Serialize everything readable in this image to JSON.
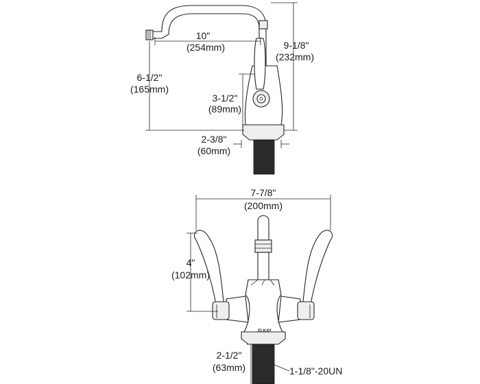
{
  "side_view": {
    "spout_reach": {
      "imperial": "10\"",
      "metric": "(254mm)"
    },
    "overall_height": {
      "imperial": "9-1/8\"",
      "metric": "(232mm)"
    },
    "spout_height": {
      "imperial": "6-1/2\"",
      "metric": "(165mm)"
    },
    "handle_height": {
      "imperial": "3-1/2\"",
      "metric": "(89mm)"
    },
    "base_diameter": {
      "imperial": "2-3/8\"",
      "metric": "(60mm)"
    }
  },
  "front_view": {
    "overall_width": {
      "imperial": "7-7/8\"",
      "metric": "(200mm)"
    },
    "handle_length": {
      "imperial": "4\"",
      "metric": "(102mm)"
    },
    "shank_length": {
      "imperial": "2-1/2\"",
      "metric": "(63mm)"
    },
    "thread_spec": "1-1/8\"-20UN",
    "brand_mark": "ELKAY"
  }
}
